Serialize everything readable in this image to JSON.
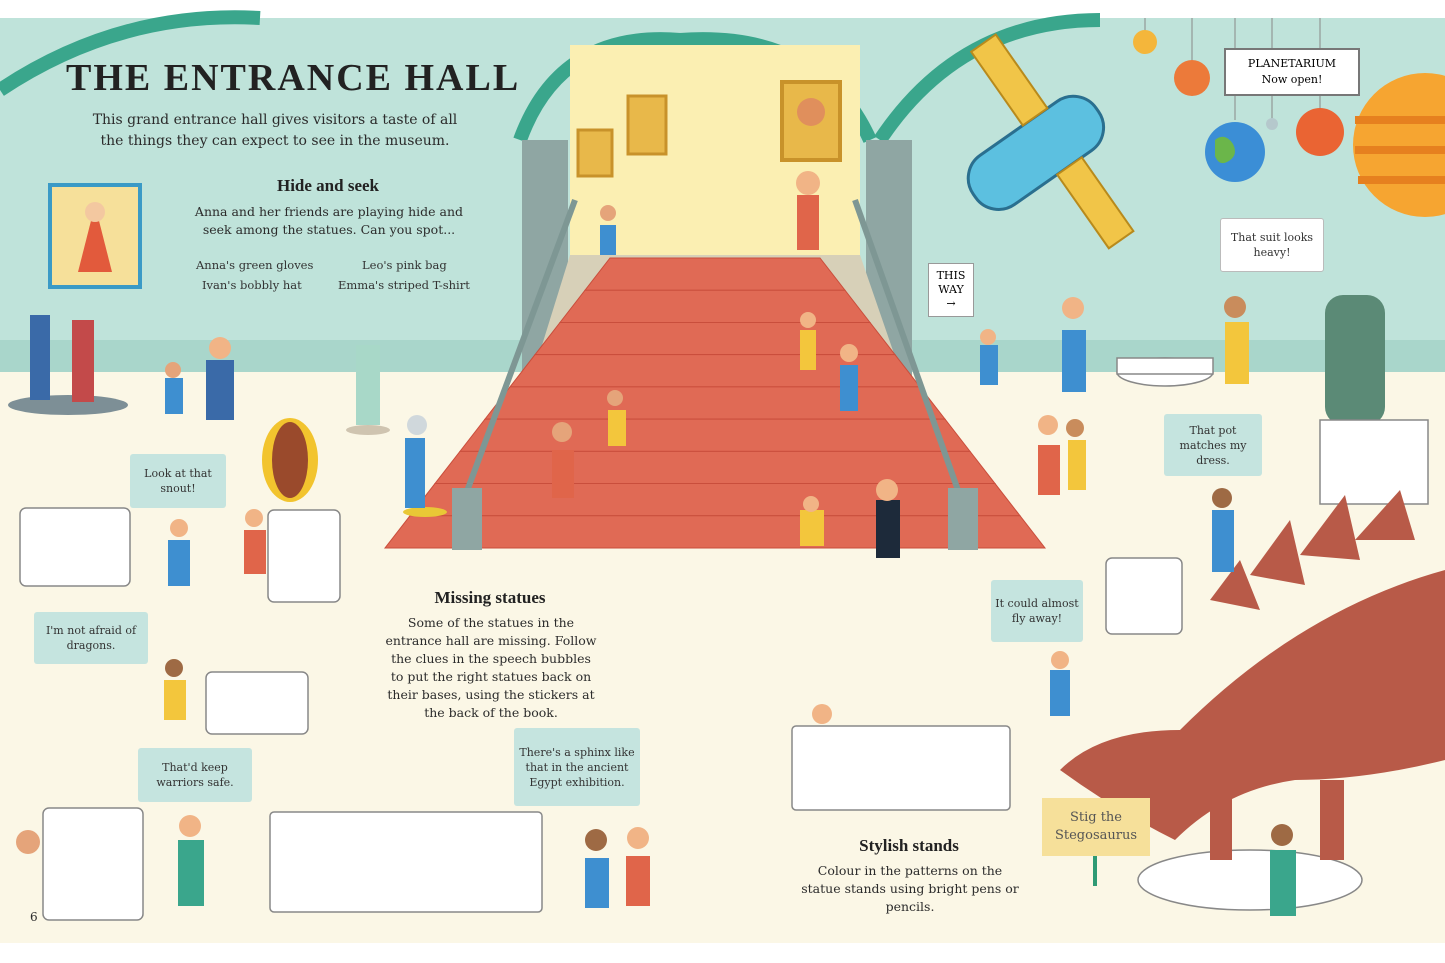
{
  "page": {
    "title": "THE ENTRANCE HALL",
    "intro": "This grand entrance hall gives visitors a taste of all the things they can expect to see in the museum.",
    "page_number": "6"
  },
  "hide_and_seek": {
    "heading": "Hide and seek",
    "text": "Anna and her friends are playing hide and seek among the statues. Can you spot...",
    "items": [
      "Anna's green gloves",
      "Leo's pink bag",
      "Ivan's bobbly hat",
      "Emma's striped T-shirt"
    ]
  },
  "missing_statues": {
    "heading": "Missing statues",
    "text": "Some of the statues in the entrance hall are missing. Follow the clues in the speech bubbles to put the right statues back on their bases, using the stickers at the back of the book."
  },
  "stylish_stands": {
    "heading": "Stylish stands",
    "text": "Colour in the patterns on the statue stands using bright pens or pencils."
  },
  "signs": {
    "planetarium_title": "PLANETARIUM",
    "planetarium_sub": "Now open!",
    "this_way": "THIS WAY",
    "this_way_arrow": "→",
    "stig": "Stig the Stegosaurus"
  },
  "bubbles": {
    "suit": "That suit looks heavy!",
    "pot": "That pot matches my dress.",
    "snout": "Look at that snout!",
    "dragons": "I'm not afraid of dragons.",
    "warriors": "That'd keep warriors safe.",
    "sphinx": "There's a sphinx like that in the ancient Egypt exhibition.",
    "fly": "It could almost fly away!"
  },
  "colors": {
    "wall": "#bfe3da",
    "floor": "#fbf7e6",
    "carpet": "#e06a55",
    "arch": "#3aa68c",
    "bubble": "#c5e4df",
    "skeleton": "#b85a48",
    "sign_yellow": "#f6e09a"
  },
  "icons": [
    "arrow-right-icon"
  ]
}
